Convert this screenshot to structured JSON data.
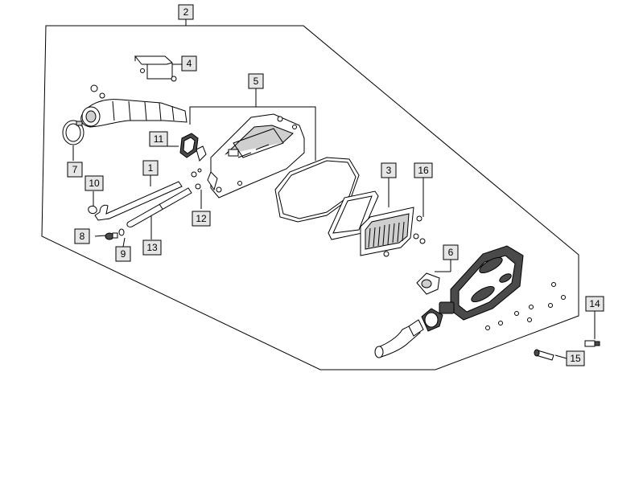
{
  "diagram": {
    "callouts": [
      {
        "id": "c2",
        "label": "2"
      },
      {
        "id": "c4",
        "label": "4"
      },
      {
        "id": "c5",
        "label": "5"
      },
      {
        "id": "c7",
        "label": "7"
      },
      {
        "id": "c11",
        "label": "11"
      },
      {
        "id": "c1",
        "label": "1"
      },
      {
        "id": "c10",
        "label": "10"
      },
      {
        "id": "c12",
        "label": "12"
      },
      {
        "id": "c8",
        "label": "8"
      },
      {
        "id": "c9",
        "label": "9"
      },
      {
        "id": "c13",
        "label": "13"
      },
      {
        "id": "c3",
        "label": "3"
      },
      {
        "id": "c16",
        "label": "16"
      },
      {
        "id": "c6",
        "label": "6"
      },
      {
        "id": "c14",
        "label": "14"
      },
      {
        "id": "c15",
        "label": "15"
      }
    ]
  }
}
